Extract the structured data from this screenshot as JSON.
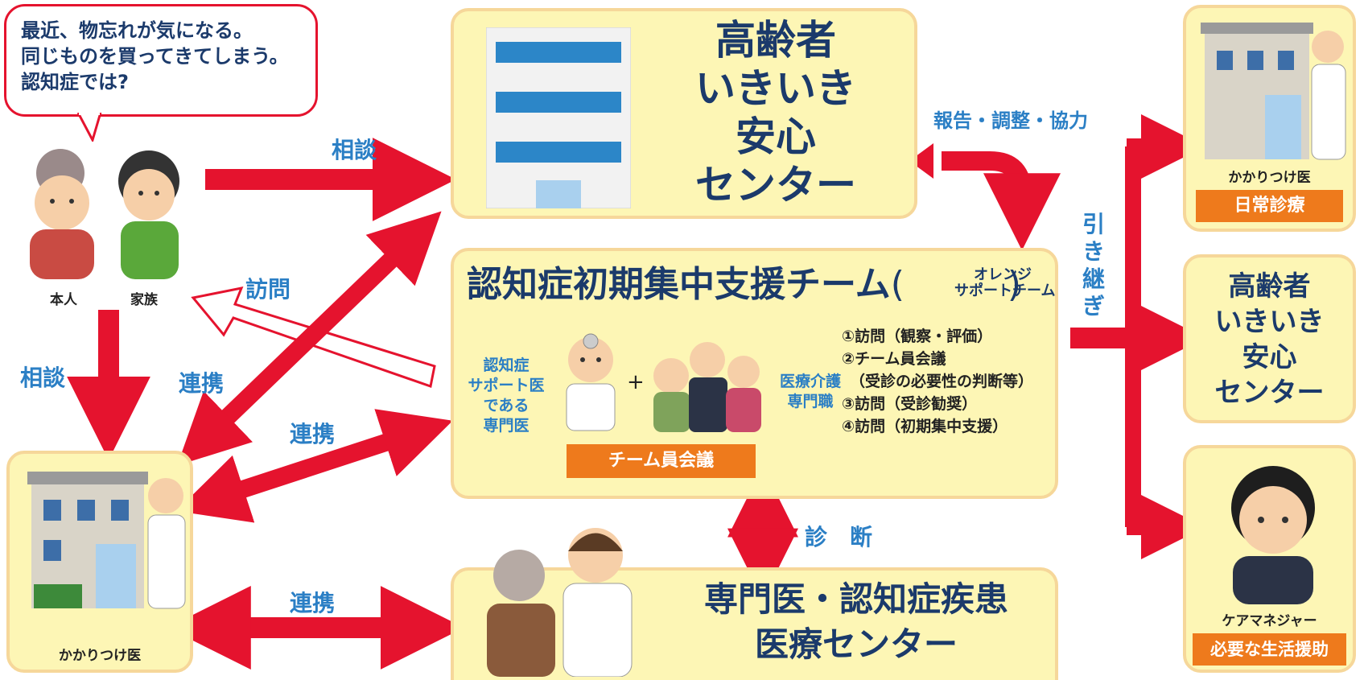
{
  "speech_bubble": [
    "最近、物忘れが気になる。",
    "同じものを買ってきてしまう。",
    "認知症では?"
  ],
  "people": {
    "person": "本人",
    "family": "家族"
  },
  "top_center": {
    "lines": [
      "高齢者",
      "いきいき",
      "安心",
      "センター"
    ]
  },
  "team": {
    "title": "認知症初期集中支援チーム",
    "sub_line1": "オレンジ",
    "sub_line2": "サポートチーム",
    "left_label": [
      "認知症",
      "サポート医",
      "である",
      "専門医"
    ],
    "plus": "+",
    "right_label": [
      "医療介護",
      "専門職"
    ],
    "meeting_bar": "チーム員会議",
    "steps": [
      "①訪問（観察・評価）",
      "②チーム員会議",
      "（受診の必要性の判断等）",
      "③訪問（受診勧奨）",
      "④訪問（初期集中支援）"
    ]
  },
  "bottom_center": {
    "lines": [
      "専門医・認知症疾患",
      "医療センター"
    ]
  },
  "clinic_left": {
    "label": "かかりつけ医"
  },
  "arrows": {
    "consult_top": "相談",
    "consult_left": "相談",
    "visit": "訪問",
    "collab1": "連携",
    "collab2": "連携",
    "collab3": "連携",
    "report": "報告・調整・協力",
    "handover": "引き継ぎ",
    "diagnosis": "診　断"
  },
  "right_column": {
    "clinic": {
      "label": "かかりつけ医",
      "bar": "日常診療"
    },
    "center": {
      "lines": [
        "高齢者",
        "いきいき",
        "安心",
        "センター"
      ]
    },
    "caremanager": {
      "label": "ケアマネジャー",
      "bar": "必要な生活援助"
    }
  },
  "colors": {
    "arrow": "#e5132e",
    "box_fill": "#fdf6b5",
    "box_border": "#f6d79a",
    "navy": "#1b3a6b",
    "blue": "#2b7fc5",
    "orange": "#ee7a1c"
  }
}
